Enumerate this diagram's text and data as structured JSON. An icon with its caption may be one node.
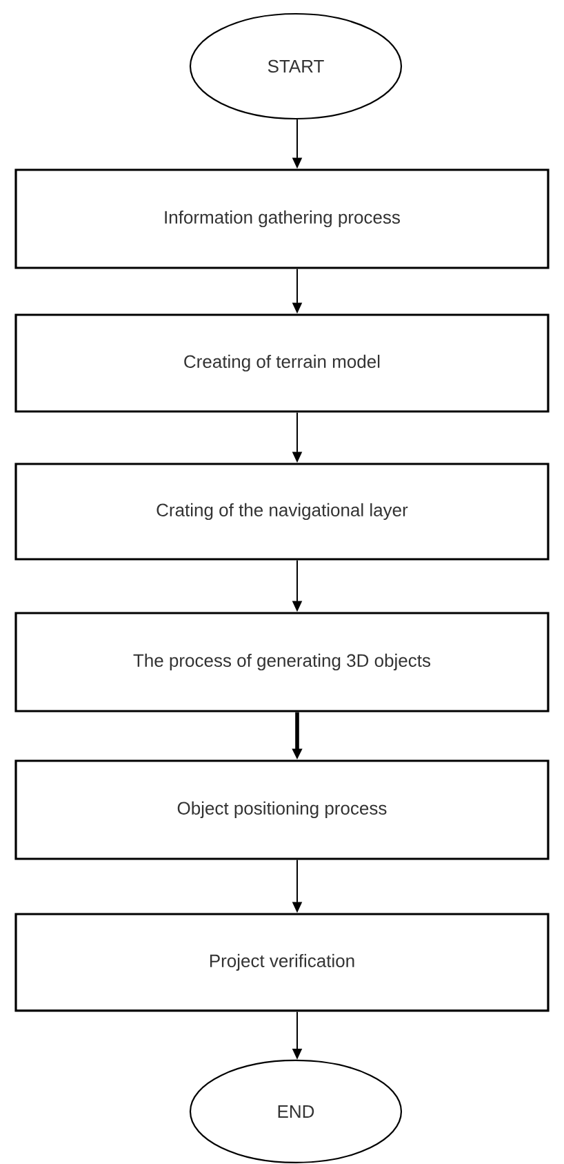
{
  "diagram": {
    "nodes": [
      {
        "text": [
          "START"
        ]
      },
      {
        "text": [
          "Information gathering process"
        ]
      },
      {
        "text": [
          "Creating of terrain model"
        ]
      },
      {
        "text": [
          "Crating of the navigational layer"
        ]
      },
      {
        "text": [
          "The process of generating 3D objects"
        ]
      },
      {
        "text": [
          "Object positioning process"
        ]
      },
      {
        "text": [
          "Project verification"
        ]
      },
      {
        "text": [
          "END"
        ]
      }
    ],
    "edges": [
      {
        "from": 0,
        "to": 1,
        "arrow": "to"
      },
      {
        "from": 1,
        "to": 2,
        "arrow": "to"
      },
      {
        "from": 2,
        "to": 3,
        "arrow": "to"
      },
      {
        "from": 3,
        "to": 4,
        "arrow": "to"
      },
      {
        "from": 4,
        "to": 5,
        "arrow": "to",
        "style": "thick"
      },
      {
        "from": 5,
        "to": 6,
        "arrow": "to"
      },
      {
        "from": 6,
        "to": 7,
        "arrow": "to"
      }
    ]
  }
}
